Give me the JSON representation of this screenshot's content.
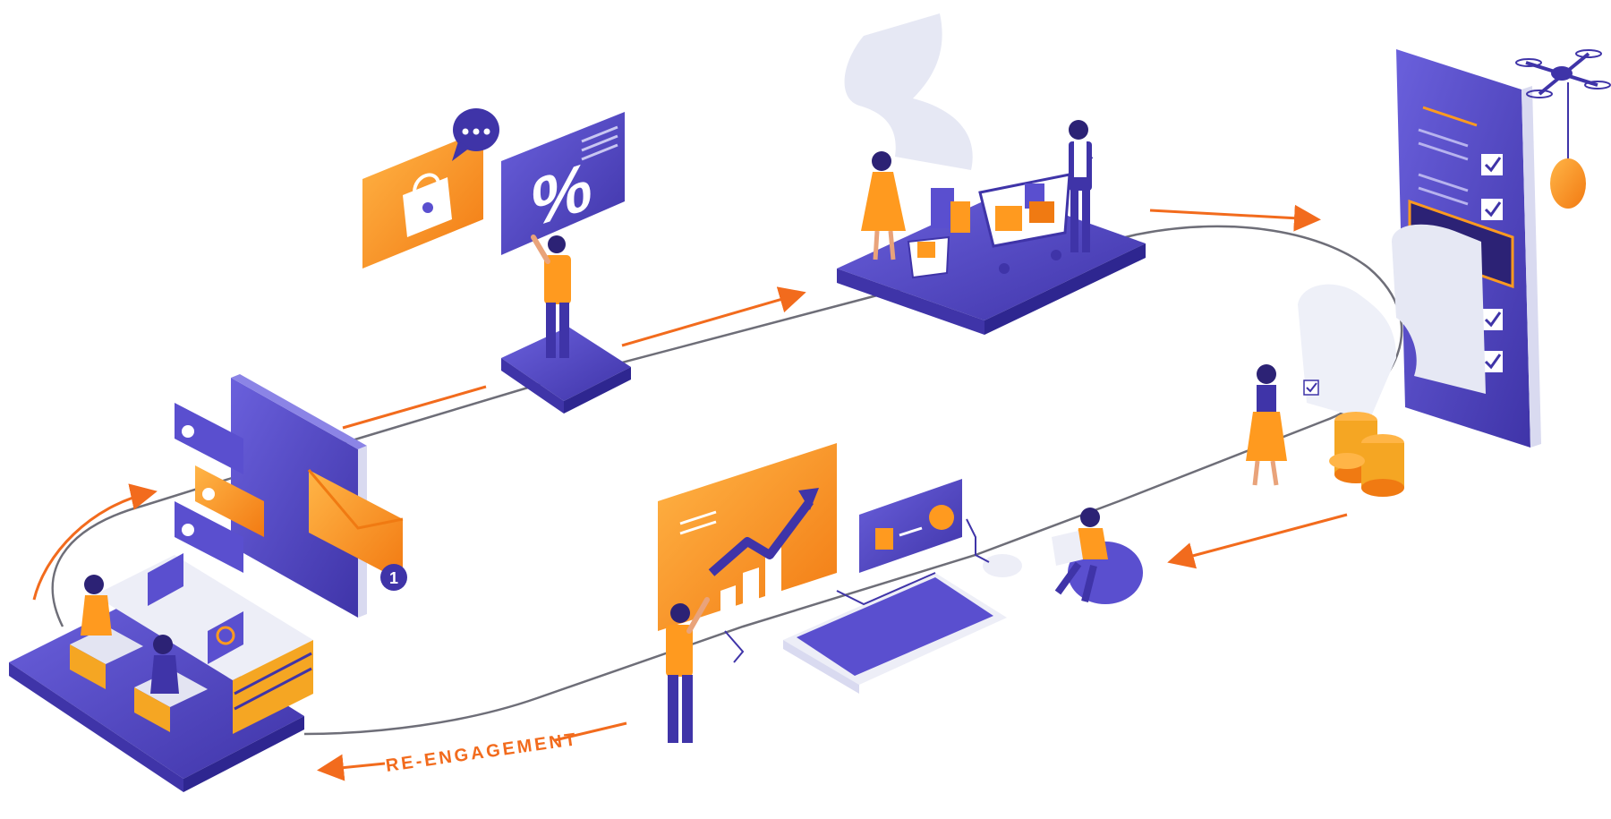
{
  "labels": {
    "re_engagement": "RE-ENGAGEMENT"
  },
  "icons": {
    "discount": "percent-sign",
    "notification_count": "1",
    "chat": "speech-bubble-dots"
  },
  "colors": {
    "purple": "#5A4FCF",
    "purple_dark": "#3F34A8",
    "purple_light": "#8B84E6",
    "orange": "#FF9A1F",
    "orange_dark": "#F07A12",
    "arrow": "#F26B1D",
    "path": "#6E6E78",
    "paper": "#E6E8F4"
  }
}
